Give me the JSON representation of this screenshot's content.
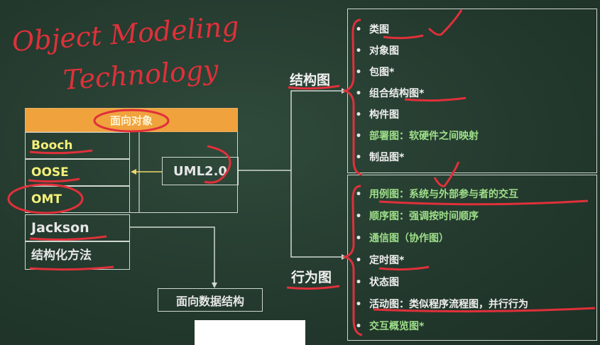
{
  "handwriting": "Object Modeling Technology",
  "left": {
    "header": "面向对象",
    "methods": [
      "Booch",
      "OOSE",
      "OMT",
      "Jackson",
      "结构化方法"
    ],
    "uml": "UML2.0",
    "data_structure": "面向数据结构"
  },
  "categories": {
    "structure": "结构图",
    "behavior": "行为图"
  },
  "structure_items": [
    "类图",
    "对象图",
    "包图*",
    "组合结构图*",
    "构件图",
    "部署图：软硬件之间映射",
    "制品图*"
  ],
  "behavior_items": [
    "用例图：系统与外部参与者的交互",
    "顺序图：强调按时间顺序",
    "通信图（协作图）",
    "定时图*",
    "状态图",
    "活动图：类似程序流程图，并行行为",
    "交互概览图*"
  ],
  "bullet": "•",
  "colors": {
    "board": "#243a2e",
    "chalk": "#e6e6e6",
    "yellow_text": "#f5f07a",
    "green_text": "#9fe08a",
    "red_ink": "#e0303a",
    "header_orange": "#f0a23c"
  }
}
